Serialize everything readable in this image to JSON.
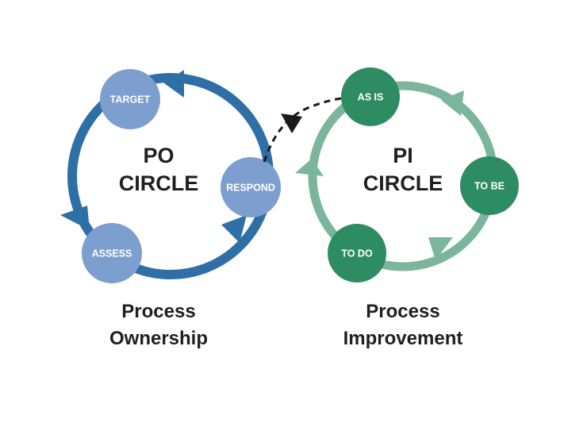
{
  "colors": {
    "po_ring": "#2e6fa6",
    "po_node": "#7c9fd0",
    "pi_ring": "#7ab59c",
    "pi_node": "#2e8c63",
    "connector": "#1a1a1a",
    "text": "#1f1f1f"
  },
  "po_circle": {
    "title_line1": "PO",
    "title_line2": "CIRCLE",
    "caption_line1": "Process",
    "caption_line2": "Ownership",
    "nodes": {
      "target": "TARGET",
      "respond": "RESPOND",
      "assess": "ASSESS"
    }
  },
  "pi_circle": {
    "title_line1": "PI",
    "title_line2": "CIRCLE",
    "caption_line1": "Process",
    "caption_line2": "Improvement",
    "nodes": {
      "as_is": "AS IS",
      "to_be": "TO BE",
      "to_do": "TO DO"
    }
  }
}
